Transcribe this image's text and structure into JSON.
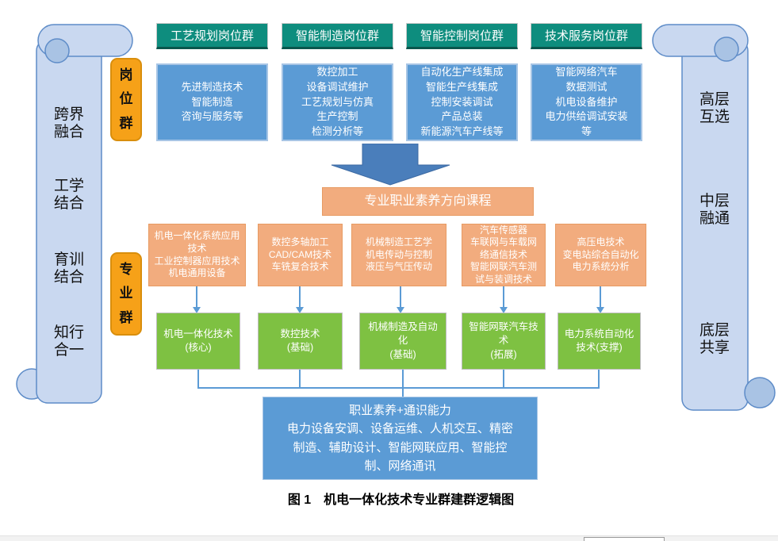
{
  "caption": "图 1　机电一体化技术专业群建群逻辑图",
  "badges": {
    "post": "岗位群",
    "major": "专业群"
  },
  "scrolls": {
    "left": {
      "items": [
        "跨界融合",
        "工学结合",
        "育训结合",
        "知行合一"
      ]
    },
    "right": {
      "items": [
        "高层互选",
        "中层融通",
        "底层共享"
      ]
    }
  },
  "job_groups": [
    {
      "title": "工艺规划岗位群",
      "items": "先进制造技术\n智能制造\n咨询与服务等"
    },
    {
      "title": "智能制造岗位群",
      "items": "数控加工\n设备调试维护\n工艺规划与仿真\n生产控制\n检测分析等"
    },
    {
      "title": "智能控制岗位群",
      "items": "自动化生产线集成\n智能生产线集成\n控制安装调试\n产品总装\n新能源汽车产线等"
    },
    {
      "title": "技术服务岗位群",
      "items": "智能网络汽车\n数据测试\n机电设备维护\n电力供给调试安装\n等"
    }
  ],
  "course_header": "专业职业素养方向课程",
  "course_boxes": [
    "机电一体化系统应用\n技术\n工业控制器应用技术\n机电通用设备",
    "数控多轴加工\nCAD/CAM技术\n车铣复合技术",
    "机械制造工艺学\n机电传动与控制\n液压与气压传动",
    "汽车传感器\n车联网与车载网\n络通信技术\n智能网联汽车测\n试与装调技术",
    "高压电技术\n变电站综合自动化\n电力系统分析"
  ],
  "major_boxes": [
    "机电一体化技术\n(核心)",
    "数控技术\n(基础)",
    "机械制造及自动\n化\n(基础)",
    "智能网联汽车技\n术\n(拓展)",
    "电力系统自动化\n技术(支撑)"
  ],
  "general_box": "职业素养+通识能力\n电力设备安调、设备运维、人机交互、精密\n制造、辅助设计、智能网联应用、智能控\n制、网络通讯",
  "colors": {
    "teal_header": "#0E8D7E",
    "blue_box": "#5B9BD5",
    "orange_badge": "#F6A118",
    "orange_box": "#F2AC7E",
    "green_box": "#7EC142",
    "arrow_blue": "#4A7EBB",
    "scroll_fill": "#C9D8F0",
    "scroll_border": "#5E8CC8"
  }
}
